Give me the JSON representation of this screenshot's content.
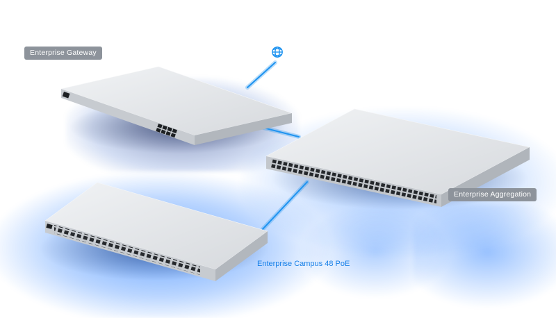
{
  "diagram": {
    "internet": {
      "icon": "globe-icon"
    },
    "devices": [
      {
        "id": "enterprise-gateway",
        "label": "Enterprise Gateway",
        "label_style": "badge"
      },
      {
        "id": "enterprise-aggregation",
        "label": "Enterprise Aggregation",
        "label_style": "badge"
      },
      {
        "id": "enterprise-campus-48-poe",
        "label": "Enterprise Campus 48 PoE",
        "label_style": "blue-text"
      }
    ],
    "connections": [
      {
        "from": "internet",
        "to": "enterprise-gateway"
      },
      {
        "from": "enterprise-gateway",
        "to": "enterprise-aggregation"
      },
      {
        "from": "enterprise-aggregation",
        "to": "enterprise-campus-48-poe"
      }
    ]
  },
  "colors": {
    "accent_blue": "#1e93f0",
    "glow_blue": "#0a6cff",
    "badge_background": "#8d939b",
    "badge_text": "#ffffff",
    "campus_label_text": "#1780e8",
    "device_top": "#e9ebee",
    "device_front": "#c7cbd0",
    "device_side": "#b2b7bd",
    "port_dark": "#26292d"
  }
}
